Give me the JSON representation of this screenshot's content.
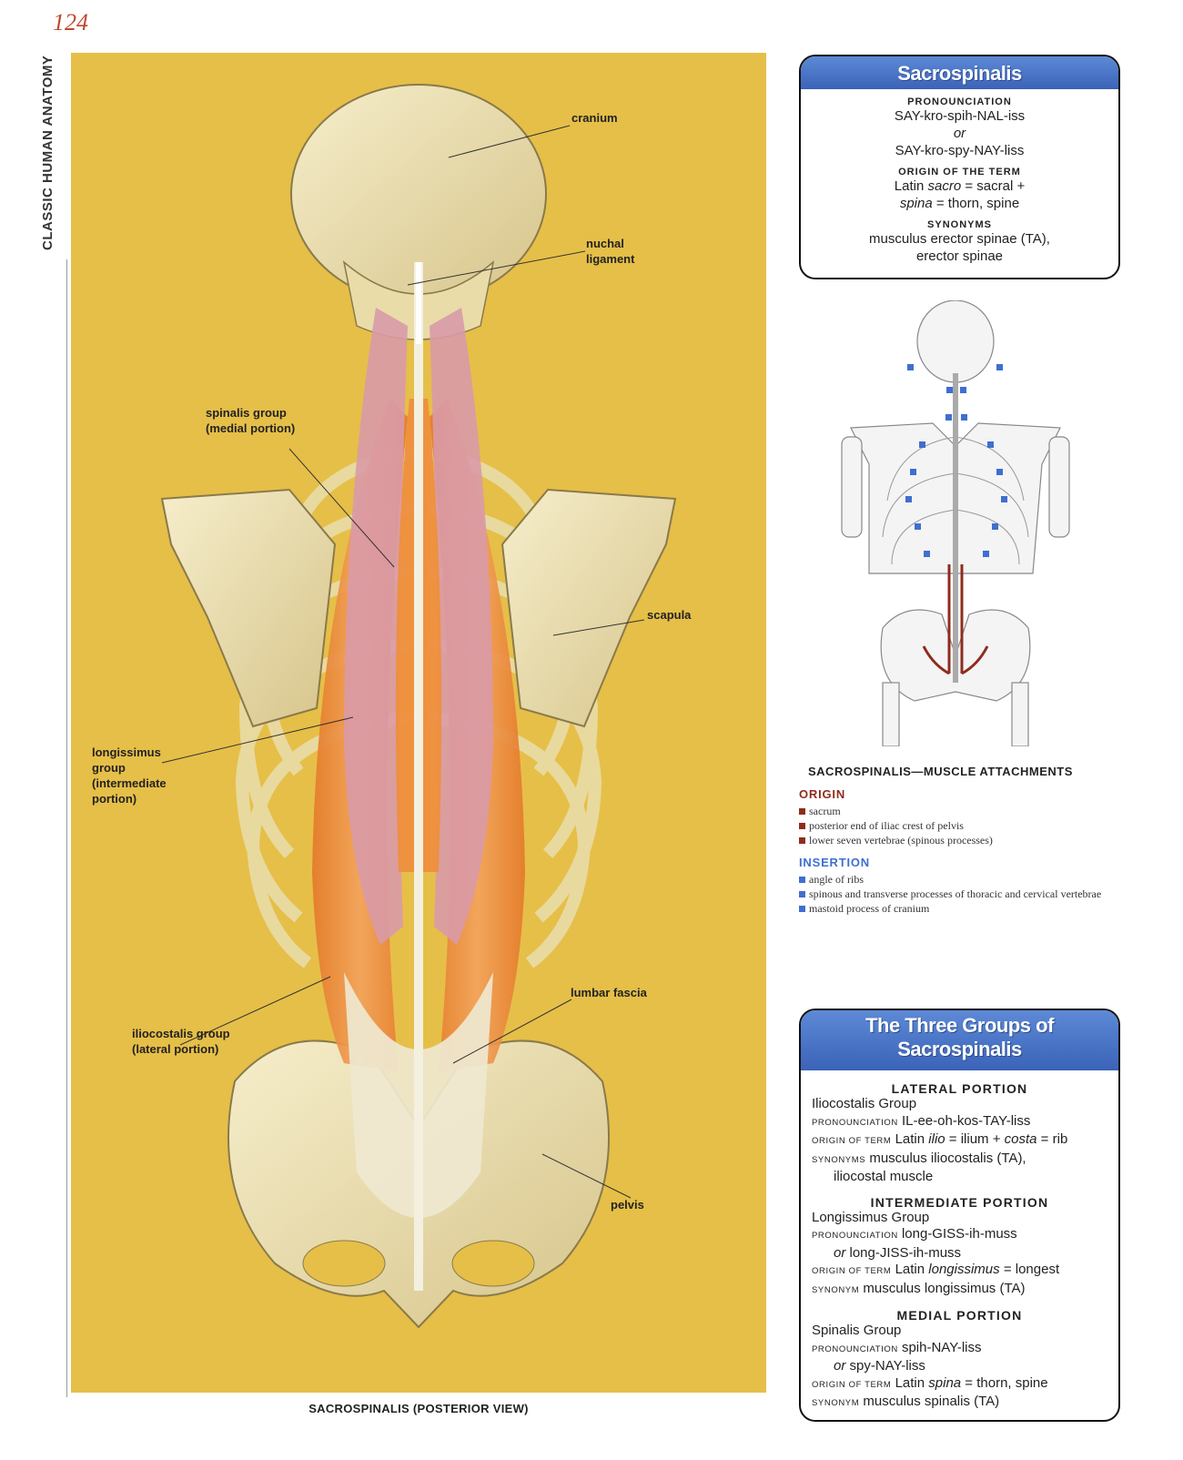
{
  "page": {
    "number": "124",
    "running_head": "CLASSIC HUMAN ANATOMY"
  },
  "figure": {
    "caption": "SACROSPINALIS (POSTERIOR VIEW)",
    "labels": {
      "cranium": "cranium",
      "nuchal": [
        "nuchal",
        "ligament"
      ],
      "spinalis": [
        "spinalis group",
        "(medial portion)"
      ],
      "scapula": "scapula",
      "longissimus": [
        "longissimus",
        "group",
        "(intermediate",
        "portion)"
      ],
      "lumbar": "lumbar fascia",
      "iliocostalis": [
        "iliocostalis group",
        "(lateral portion)"
      ],
      "pelvis": "pelvis"
    },
    "colors": {
      "background": "#e6bf48",
      "bone": "#efe3b5",
      "muscle_orange": "#e98a3c",
      "muscle_pink": "#d99aa7"
    }
  },
  "sacrospinalis_card": {
    "title": "Sacrospinalis",
    "pronunciation_head": "PRONOUNCIATION",
    "pronunciation_1": "SAY-kro-spih-NAL-iss",
    "pronunciation_or": "or",
    "pronunciation_2": "SAY-kro-spy-NAY-liss",
    "origin_head": "ORIGIN OF THE TERM",
    "origin_1a": "Latin ",
    "origin_1b": "sacro",
    "origin_1c": " = sacral +",
    "origin_2a": "spina",
    "origin_2b": " = thorn, spine",
    "synonyms_head": "SYNONYMS",
    "synonyms_1": "musculus erector spinae (TA),",
    "synonyms_2": "erector spinae"
  },
  "attachments": {
    "title": "SACROSPINALIS—MUSCLE ATTACHMENTS",
    "origin_head": "ORIGIN",
    "origin_items": [
      "sacrum",
      "posterior end of iliac crest of pelvis",
      "lower seven vertebrae (spinous processes)"
    ],
    "insertion_head": "INSERTION",
    "insertion_items": [
      "angle of ribs",
      "spinous and transverse processes of thoracic and cervical vertebrae",
      "mastoid process of cranium"
    ],
    "colors": {
      "origin": "#8f2c1e",
      "insertion": "#3f6fcf"
    }
  },
  "groups_card": {
    "title_1": "The Three Groups of",
    "title_2": "Sacrospinalis",
    "lateral": {
      "head": "LATERAL PORTION",
      "name": "Iliocostalis Group",
      "pron_key": "PRONOUNCIATION",
      "pron": "IL-ee-oh-kos-TAY-liss",
      "origin_key": "ORIGIN OF TERM",
      "origin_a": "Latin ",
      "origin_b": "ilio",
      "origin_c": " = ilium + ",
      "origin_d": "costa",
      "origin_e": " = rib",
      "syn_key": "SYNONYMS",
      "syn_1": "musculus iliocostalis (TA),",
      "syn_2": "iliocostal muscle"
    },
    "intermediate": {
      "head": "INTERMEDIATE PORTION",
      "name": "Longissimus Group",
      "pron_key": "PRONOUNCIATION",
      "pron": "long-GISS-ih-muss",
      "pron_or": "or",
      "pron_2": " long-JISS-ih-muss",
      "origin_key": "ORIGIN OF TERM",
      "origin_a": "Latin ",
      "origin_b": "longissimus",
      "origin_c": " = longest",
      "syn_key": "SYNONYM",
      "syn_1": "musculus longissimus (TA)"
    },
    "medial": {
      "head": "MEDIAL PORTION",
      "name": "Spinalis Group",
      "pron_key": "PRONOUNCIATION",
      "pron": "spih-NAY-liss",
      "pron_or": "or",
      "pron_2": " spy-NAY-liss",
      "origin_key": "ORIGIN OF TERM",
      "origin_a": "Latin ",
      "origin_b": "spina",
      "origin_c": " = thorn, spine",
      "syn_key": "SYNONYM",
      "syn_1": "musculus spinalis (TA)"
    }
  }
}
